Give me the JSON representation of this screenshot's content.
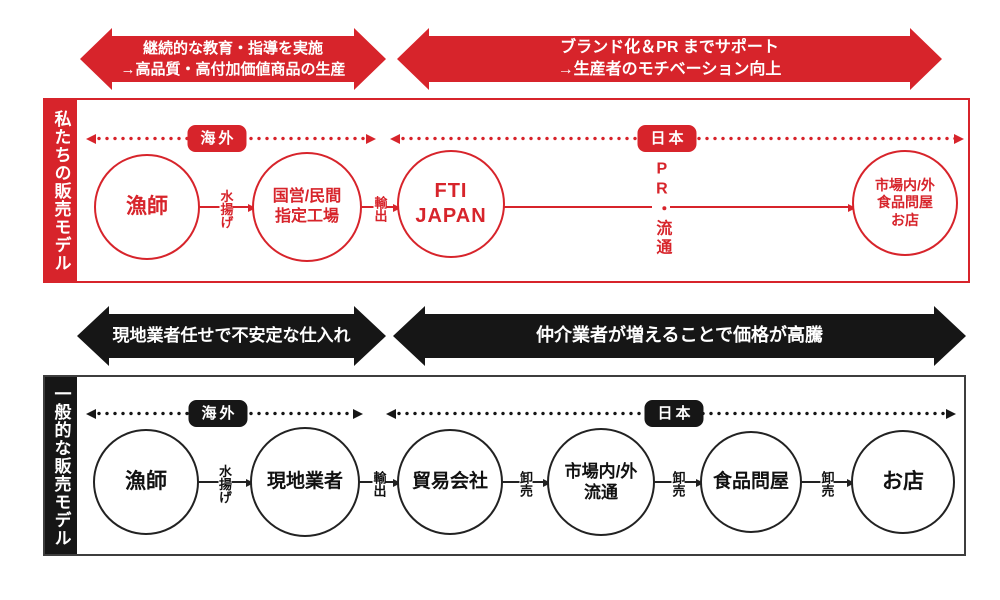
{
  "colors": {
    "accent_red": "#d7242b",
    "accent_black": "#161616"
  },
  "our_model": {
    "side_label": "私たちの販売モデル",
    "banners": [
      {
        "line1": "継続的な教育・指導を実施",
        "line2": "→高品質・高付加価値商品の生産"
      },
      {
        "line1": "ブランド化＆PR までサポート",
        "line2": "→生産者のモチベーション向上"
      }
    ],
    "regions": [
      {
        "label": "海外"
      },
      {
        "label": "日本"
      }
    ],
    "nodes": [
      {
        "lines": [
          "漁師"
        ]
      },
      {
        "lines": [
          "国営/民間",
          "指定工場"
        ]
      },
      {
        "lines": [
          "FTI",
          "JAPAN"
        ]
      },
      {
        "lines": [
          "市場内/外",
          "食品問屋",
          "お店"
        ]
      }
    ],
    "flows": [
      {
        "label": "水揚げ"
      },
      {
        "label": "輸出"
      },
      {
        "label": "PR・流通"
      }
    ]
  },
  "general_model": {
    "side_label": "一般的な販売モデル",
    "banners": [
      {
        "line1": "現地業者任せで不安定な仕入れ"
      },
      {
        "line1": "仲介業者が増えることで価格が高騰"
      }
    ],
    "regions": [
      {
        "label": "海外"
      },
      {
        "label": "日本"
      }
    ],
    "nodes": [
      {
        "lines": [
          "漁師"
        ]
      },
      {
        "lines": [
          "現地業者"
        ]
      },
      {
        "lines": [
          "貿易会社"
        ]
      },
      {
        "lines": [
          "市場内/外",
          "流通"
        ]
      },
      {
        "lines": [
          "食品問屋"
        ]
      },
      {
        "lines": [
          "お店"
        ]
      }
    ],
    "flows": [
      {
        "label": "水揚げ"
      },
      {
        "label": "輸出"
      },
      {
        "label": "卸売"
      },
      {
        "label": "卸売"
      },
      {
        "label": "卸売"
      }
    ]
  }
}
